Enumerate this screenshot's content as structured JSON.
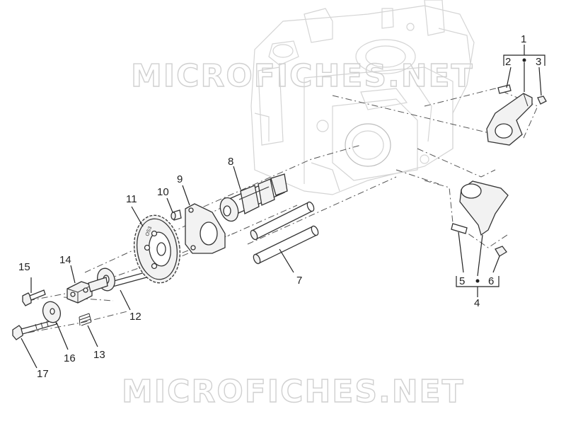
{
  "watermark": {
    "top": "MICROFICHES.NET",
    "bottom": "MICROFICHES.NET"
  },
  "part_stamp": "OS3",
  "callouts": {
    "c1": "1",
    "c2": "2",
    "c3": "3",
    "c4": "4",
    "c5": "5",
    "c6": "6",
    "c7": "7",
    "c8": "8",
    "c9": "9",
    "c10": "10",
    "c11": "11",
    "c12": "12",
    "c13": "13",
    "c14": "14",
    "c15": "15",
    "c16": "16",
    "c17": "17"
  }
}
